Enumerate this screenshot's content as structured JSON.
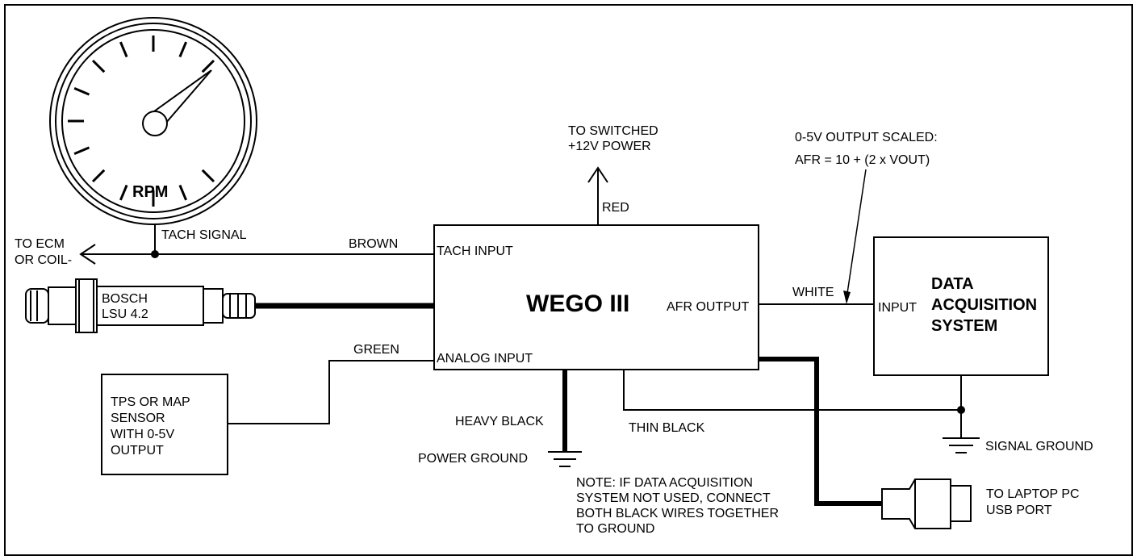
{
  "gauge": {
    "label": "RPM"
  },
  "labels": {
    "tach_signal": "TACH SIGNAL",
    "to_ecm_1": "TO ECM",
    "to_ecm_2": "OR COIL-",
    "brown": "BROWN",
    "red": "RED",
    "switched_1": "TO SWITCHED",
    "switched_2": "+12V POWER",
    "scaled_1": "0-5V OUTPUT SCALED:",
    "scaled_2": "AFR = 10 + (2 x VOUT)",
    "white": "WHITE",
    "green": "GREEN",
    "heavy_black": "HEAVY BLACK",
    "power_ground": "POWER GROUND",
    "thin_black": "THIN BLACK",
    "signal_ground": "SIGNAL GROUND",
    "note_1": "NOTE: IF DATA ACQUISITION",
    "note_2": "SYSTEM NOT USED, CONNECT",
    "note_3": "BOTH BLACK WIRES TOGETHER",
    "note_4": "TO GROUND",
    "laptop_1": "TO LAPTOP PC",
    "laptop_2": "USB PORT"
  },
  "wego": {
    "title": "WEGO III",
    "tach_input": "TACH INPUT",
    "afr_output": "AFR OUTPUT",
    "analog_input": "ANALOG INPUT"
  },
  "sensor": {
    "line1": "BOSCH",
    "line2": "LSU 4.2"
  },
  "tps": {
    "line1": "TPS OR MAP",
    "line2": "SENSOR",
    "line3": "WITH 0-5V",
    "line4": "OUTPUT"
  },
  "daq": {
    "input": "INPUT",
    "line1": "DATA",
    "line2": "ACQUISITION",
    "line3": "SYSTEM"
  }
}
